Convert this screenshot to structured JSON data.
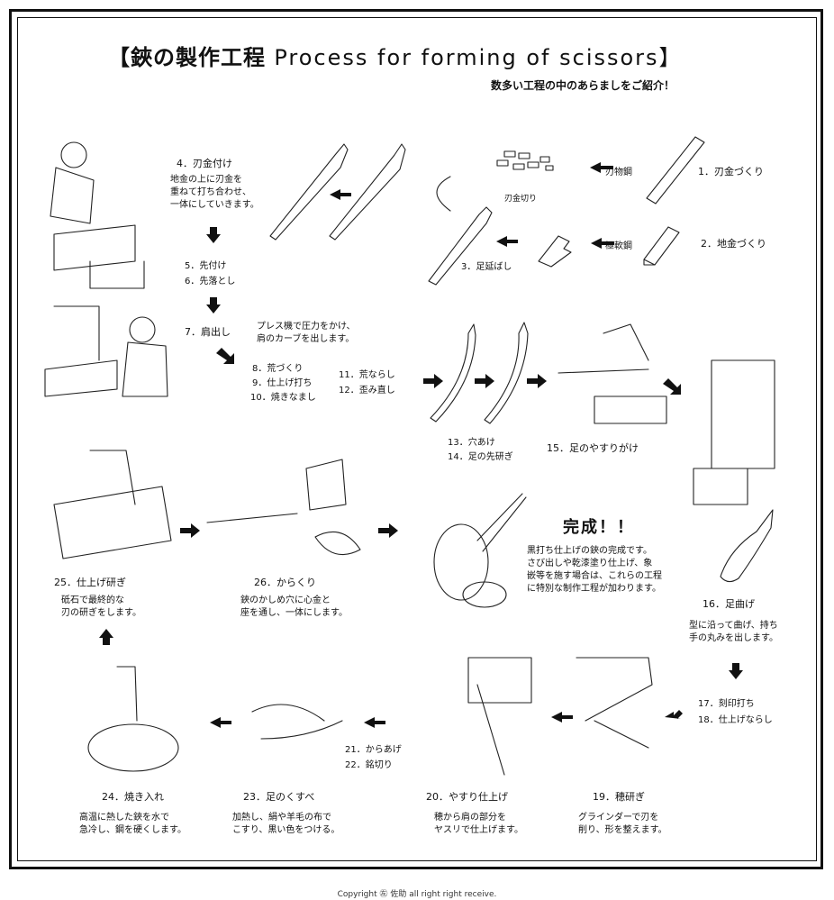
{
  "title": {
    "jp": "【鋏の製作工程",
    "en": "Process for forming of scissors】"
  },
  "subtitle": "数多い工程の中のあらましをご紹介！",
  "steps": {
    "s1": "1．刃金づくり",
    "s2": "2．地金づくり",
    "hamono_kou": "刃物鋼",
    "gokunan_kou": "極軟鋼",
    "hagane_kiri": "刃金切り",
    "s3": "3．足延ばし",
    "s4": "4．刃金付け",
    "s4_desc": "地金の上に刃金を\n重ねて打ち合わせ、\n一体にしていきます。",
    "s5": "5．先付け",
    "s6": "6．先落とし",
    "s7": "7．肩出し",
    "s7_desc": "プレス機で圧力をかけ、\n肩のカーブを出します。",
    "s8": "8．荒づくり",
    "s9": "9．仕上げ打ち",
    "s10": "10．焼きなまし",
    "s11": "11．荒ならし",
    "s12": "12．歪み直し",
    "s13": "13．穴あけ",
    "s14": "14．足の先研ぎ",
    "s15": "15．足のやすりがけ",
    "s16": "16．足曲げ",
    "s16_desc": "型に沿って曲げ、持ち\n手の丸みを出します。",
    "s17": "17．刻印打ち",
    "s18": "18．仕上げならし",
    "s19": "19．穂研ぎ",
    "s19_desc": "グラインダーで刃を\n削り、形を整えます。",
    "s20": "20．やすり仕上げ",
    "s20_desc": "穂から肩の部分を\nヤスリで仕上げます。",
    "s21": "21．からあげ",
    "s22": "22．銘切り",
    "s23": "23．足のくすべ",
    "s23_desc": "加熱し、絹や羊毛の布で\nこすり、黒い色をつける。",
    "s24": "24．焼き入れ",
    "s24_desc": "高温に熱した鋏を水で\n急冷し、鋼を硬くします。",
    "s25": "25．仕上げ研ぎ",
    "s25_desc": "砥石で最終的な\n刃の研ぎをします。",
    "s26": "26．からくり",
    "s26_desc": "鋏のかしめ穴に心金と\n座を通し、一体にします。"
  },
  "complete": {
    "heading": "完成！！",
    "desc": "黒打ち仕上げの鋏の完成です。\nさび出しや乾漆塗り仕上げ、象\n嵌等を施す場合は、これらの工程\nに特別な制作工程が加わります。"
  },
  "copyright": "Copyright ㊧ 佐助 all right right receive."
}
